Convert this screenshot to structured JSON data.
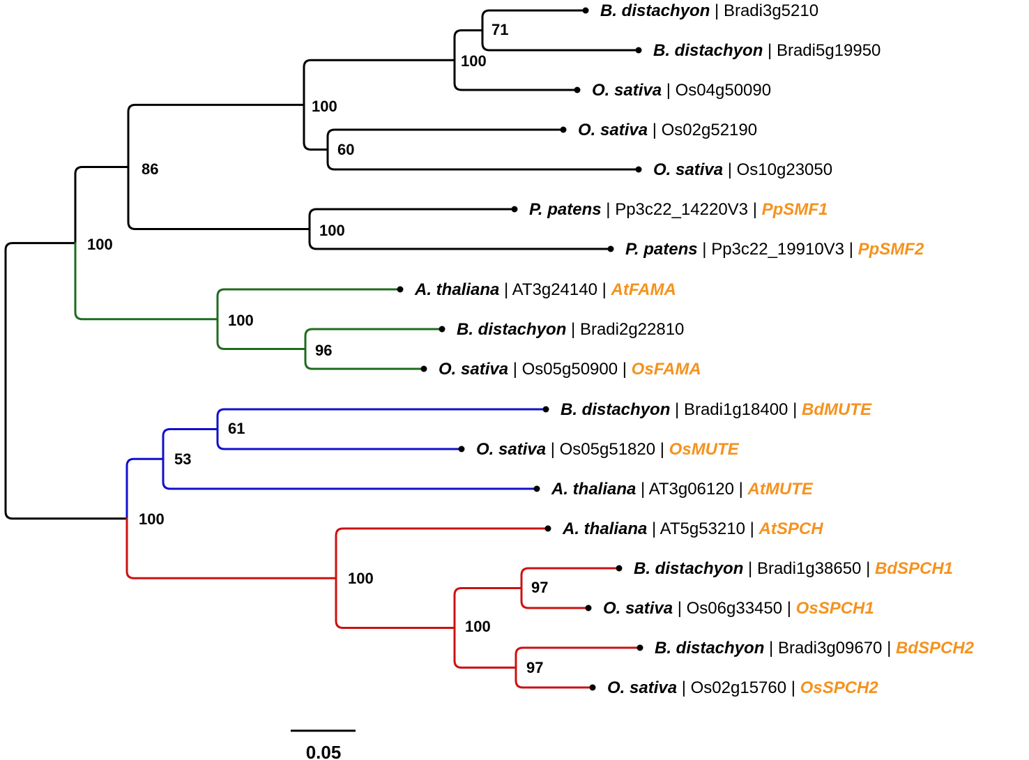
{
  "colors": {
    "default": "#000000",
    "fama_clade": "#1e6b1e",
    "mute_clade": "#1010cc",
    "spch_clade": "#cc1111",
    "gene_name": "#f5921e"
  },
  "separator": "|",
  "leaves": [
    {
      "species": "B. distachyon",
      "accession": "Bradi3g5210",
      "gene": ""
    },
    {
      "species": "B. distachyon",
      "accession": "Bradi5g19950",
      "gene": ""
    },
    {
      "species": "O. sativa",
      "accession": "Os04g50090",
      "gene": ""
    },
    {
      "species": "O. sativa",
      "accession": "Os02g52190",
      "gene": ""
    },
    {
      "species": "O. sativa",
      "accession": "Os10g23050",
      "gene": ""
    },
    {
      "species": "P. patens",
      "accession": "Pp3c22_14220V3",
      "gene": "PpSMF1"
    },
    {
      "species": "P. patens",
      "accession": "Pp3c22_19910V3",
      "gene": "PpSMF2"
    },
    {
      "species": "A. thaliana",
      "accession": "AT3g24140",
      "gene": "AtFAMA"
    },
    {
      "species": "B. distachyon",
      "accession": "Bradi2g22810",
      "gene": ""
    },
    {
      "species": "O. sativa",
      "accession": "Os05g50900",
      "gene": "OsFAMA"
    },
    {
      "species": "B. distachyon",
      "accession": "Bradi1g18400",
      "gene": "BdMUTE"
    },
    {
      "species": "O. sativa",
      "accession": "Os05g51820",
      "gene": "OsMUTE"
    },
    {
      "species": "A. thaliana",
      "accession": "AT3g06120",
      "gene": "AtMUTE"
    },
    {
      "species": "A. thaliana",
      "accession": "AT5g53210",
      "gene": "AtSPCH"
    },
    {
      "species": "B. distachyon",
      "accession": "Bradi1g38650",
      "gene": "BdSPCH1"
    },
    {
      "species": "O. sativa",
      "accession": "Os06g33450",
      "gene": "OsSPCH1"
    },
    {
      "species": "B. distachyon",
      "accession": "Bradi3g09670",
      "gene": "BdSPCH2"
    },
    {
      "species": "O. sativa",
      "accession": "Os02g15760",
      "gene": "OsSPCH2"
    }
  ],
  "support_values": [
    "71",
    "100",
    "100",
    "60",
    "86",
    "100",
    "100",
    "100",
    "96",
    "61",
    "53",
    "100",
    "100",
    "97",
    "100",
    "97"
  ],
  "scale_bar": {
    "label": "0.05",
    "length": 0.05
  }
}
